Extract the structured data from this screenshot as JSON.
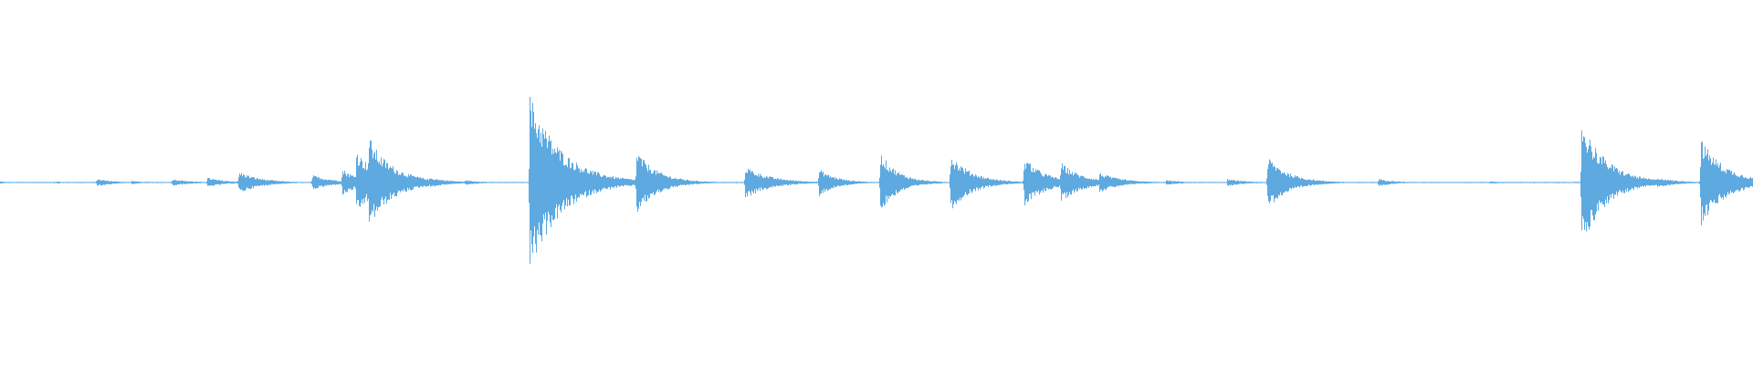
{
  "waveform": {
    "color": "#5DA9E0",
    "background": "#ffffff",
    "baseline_amplitude": 0.005,
    "events": [
      {
        "t": 0.0,
        "amp": 0.01,
        "decay": 0.004
      },
      {
        "t": 0.032,
        "amp": 0.01,
        "decay": 0.004
      },
      {
        "t": 0.055,
        "amp": 0.03,
        "decay": 0.01
      },
      {
        "t": 0.075,
        "amp": 0.015,
        "decay": 0.006
      },
      {
        "t": 0.098,
        "amp": 0.03,
        "decay": 0.01
      },
      {
        "t": 0.118,
        "amp": 0.04,
        "decay": 0.01
      },
      {
        "t": 0.136,
        "amp": 0.09,
        "decay": 0.012
      },
      {
        "t": 0.155,
        "amp": 0.02,
        "decay": 0.008
      },
      {
        "t": 0.178,
        "amp": 0.06,
        "decay": 0.012
      },
      {
        "t": 0.195,
        "amp": 0.11,
        "decay": 0.01
      },
      {
        "t": 0.203,
        "amp": 0.26,
        "decay": 0.012
      },
      {
        "t": 0.21,
        "amp": 0.38,
        "decay": 0.012
      },
      {
        "t": 0.218,
        "amp": 0.2,
        "decay": 0.014
      },
      {
        "t": 0.225,
        "amp": 0.12,
        "decay": 0.014
      },
      {
        "t": 0.245,
        "amp": 0.04,
        "decay": 0.012
      },
      {
        "t": 0.265,
        "amp": 0.02,
        "decay": 0.01
      },
      {
        "t": 0.302,
        "amp": 0.7,
        "decay": 0.018
      },
      {
        "t": 0.325,
        "amp": 0.09,
        "decay": 0.012
      },
      {
        "t": 0.363,
        "amp": 0.25,
        "decay": 0.012
      },
      {
        "t": 0.425,
        "amp": 0.13,
        "decay": 0.014
      },
      {
        "t": 0.445,
        "amp": 0.03,
        "decay": 0.01
      },
      {
        "t": 0.467,
        "amp": 0.11,
        "decay": 0.01
      },
      {
        "t": 0.502,
        "amp": 0.24,
        "decay": 0.01
      },
      {
        "t": 0.542,
        "amp": 0.23,
        "decay": 0.012
      },
      {
        "t": 0.584,
        "amp": 0.2,
        "decay": 0.012
      },
      {
        "t": 0.605,
        "amp": 0.16,
        "decay": 0.012
      },
      {
        "t": 0.627,
        "amp": 0.08,
        "decay": 0.012
      },
      {
        "t": 0.665,
        "amp": 0.02,
        "decay": 0.01
      },
      {
        "t": 0.7,
        "amp": 0.03,
        "decay": 0.01
      },
      {
        "t": 0.723,
        "amp": 0.21,
        "decay": 0.012
      },
      {
        "t": 0.786,
        "amp": 0.03,
        "decay": 0.01
      },
      {
        "t": 0.85,
        "amp": 0.01,
        "decay": 0.01
      },
      {
        "t": 0.902,
        "amp": 0.5,
        "decay": 0.014
      },
      {
        "t": 0.926,
        "amp": 0.08,
        "decay": 0.014
      },
      {
        "t": 0.945,
        "amp": 0.04,
        "decay": 0.012
      },
      {
        "t": 0.97,
        "amp": 0.35,
        "decay": 0.014
      },
      {
        "t": 0.99,
        "amp": 0.02,
        "decay": 0.01
      }
    ]
  }
}
